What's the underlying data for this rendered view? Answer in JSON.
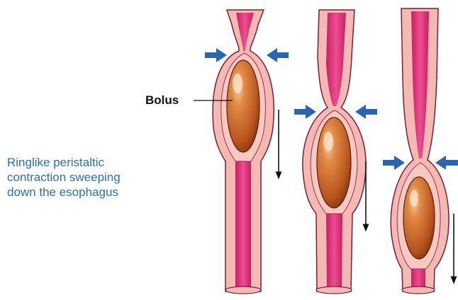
{
  "caption": {
    "lines": [
      "Ringlike peristaltic",
      "contraction sweeping",
      "down the esophagus"
    ]
  },
  "labels": {
    "bolus": "Bolus"
  },
  "colors": {
    "caption_text": "#2a6fb3",
    "arrow_blue": "#2a66b0",
    "lumen": "#e0307a",
    "wall": "#f2b3ad",
    "wall_outline": "#7a1e35",
    "bolus": "#c8672a",
    "bolus_highlight": "#f4c9a0"
  }
}
